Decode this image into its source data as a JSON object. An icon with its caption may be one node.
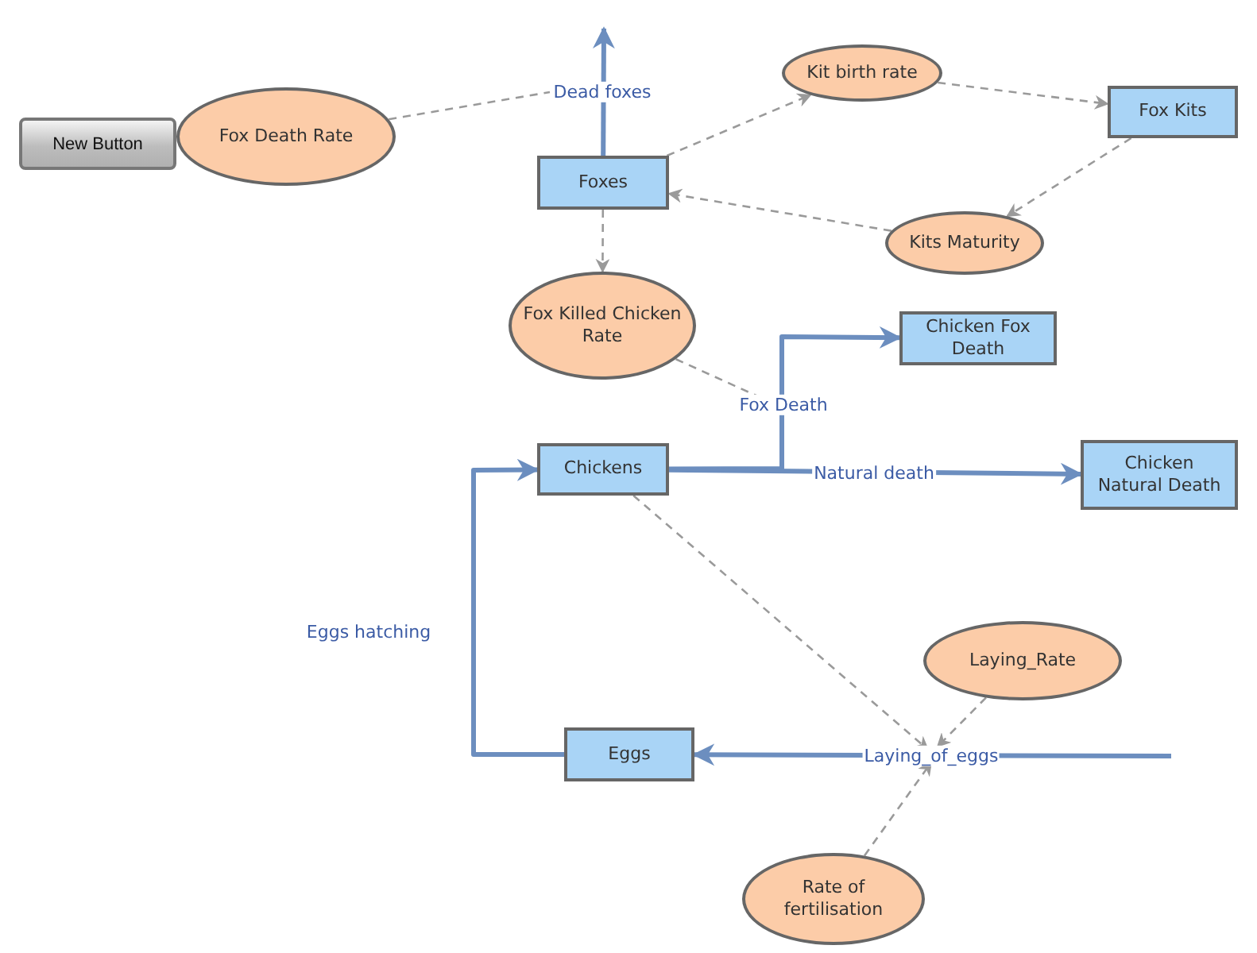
{
  "diagram": {
    "nodes": [
      {
        "text": [
          "New Button"
        ]
      },
      {
        "text": [
          "Fox Death Rate"
        ]
      },
      {
        "text": [
          "Foxes"
        ]
      },
      {
        "text": [
          "Kit birth rate"
        ]
      },
      {
        "text": [
          "Fox Kits"
        ]
      },
      {
        "text": [
          "Kits Maturity"
        ]
      },
      {
        "text": [
          "Fox Killed Chicken Rate"
        ]
      },
      {
        "text": [
          "Chicken Fox Death"
        ]
      },
      {
        "text": [
          "Chickens"
        ]
      },
      {
        "text": [
          "Chicken Natural Death"
        ]
      },
      {
        "text": [
          "Laying_Rate"
        ]
      },
      {
        "text": [
          "Eggs"
        ]
      },
      {
        "text": [
          "Rate of fertilisation"
        ]
      }
    ],
    "edges": [
      {
        "from": 2,
        "to": null,
        "arrow": "to",
        "label": "Dead foxes",
        "style": "thick",
        "color": "#6c8ebf"
      },
      {
        "from": 1,
        "to": null,
        "arrow": "none",
        "style": "dashed"
      },
      {
        "from": 2,
        "to": 3,
        "arrow": "to",
        "style": "dashed"
      },
      {
        "from": 3,
        "to": 4,
        "arrow": "to",
        "style": "dashed"
      },
      {
        "from": 4,
        "to": 5,
        "arrow": "to",
        "style": "dashed"
      },
      {
        "from": 5,
        "to": 2,
        "arrow": "to",
        "style": "dashed"
      },
      {
        "from": 2,
        "to": 6,
        "arrow": "to",
        "style": "dashed"
      },
      {
        "from": 8,
        "to": 7,
        "arrow": "to",
        "label": "Fox Death",
        "style": "thick",
        "color": "#6c8ebf"
      },
      {
        "from": 6,
        "to": null,
        "arrow": "none",
        "style": "dashed"
      },
      {
        "from": 8,
        "to": 9,
        "arrow": "to",
        "label": "Natural death",
        "style": "thick",
        "color": "#6c8ebf"
      },
      {
        "from": 11,
        "to": 8,
        "arrow": "to",
        "label": "Eggs hatching",
        "style": "thick",
        "color": "#6c8ebf"
      },
      {
        "from": null,
        "to": 11,
        "arrow": "to",
        "label": "Laying_of_eggs",
        "style": "thick",
        "color": "#6c8ebf"
      },
      {
        "from": 8,
        "to": null,
        "arrow": "to",
        "style": "dashed"
      },
      {
        "from": 10,
        "to": null,
        "arrow": "to",
        "style": "dashed"
      },
      {
        "from": 12,
        "to": null,
        "arrow": "to",
        "style": "dashed"
      }
    ]
  }
}
